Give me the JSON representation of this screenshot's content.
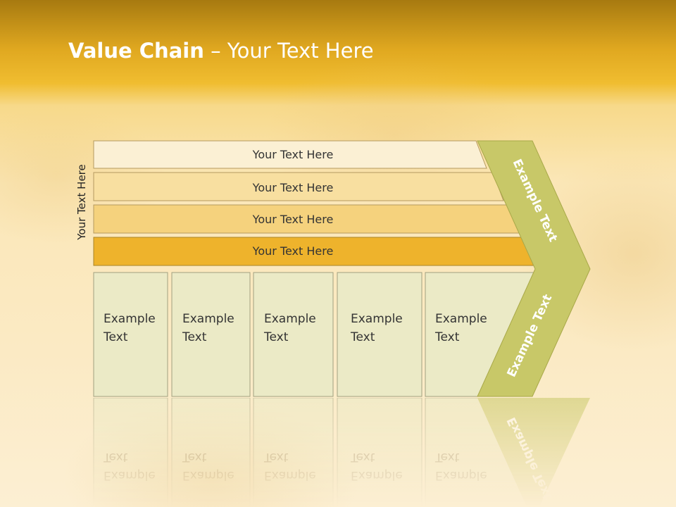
{
  "title": {
    "bold": "Value Chain",
    "rest": " – Your Text Here"
  },
  "side_label": "Your Text Here",
  "bars": [
    {
      "label": "Your Text Here",
      "color": "#fbf0d4"
    },
    {
      "label": "Your Text Here",
      "color": "#f8dfa0"
    },
    {
      "label": "Your Text Here",
      "color": "#f5d27d"
    },
    {
      "label": "Your Text Here",
      "color": "#eeb32c"
    }
  ],
  "boxes": [
    {
      "line1": "Example",
      "line2": "Text"
    },
    {
      "line1": "Example",
      "line2": "Text"
    },
    {
      "line1": "Example",
      "line2": "Text"
    },
    {
      "line1": "Example",
      "line2": "Text"
    },
    {
      "line1": "Example",
      "line2": "Text"
    }
  ],
  "arrow": {
    "upper": "Example Text",
    "lower": "Example Text",
    "color": "#c8c868"
  },
  "colors": {
    "box_fill": "#ebeac6",
    "box_stroke": "#a0a080"
  }
}
